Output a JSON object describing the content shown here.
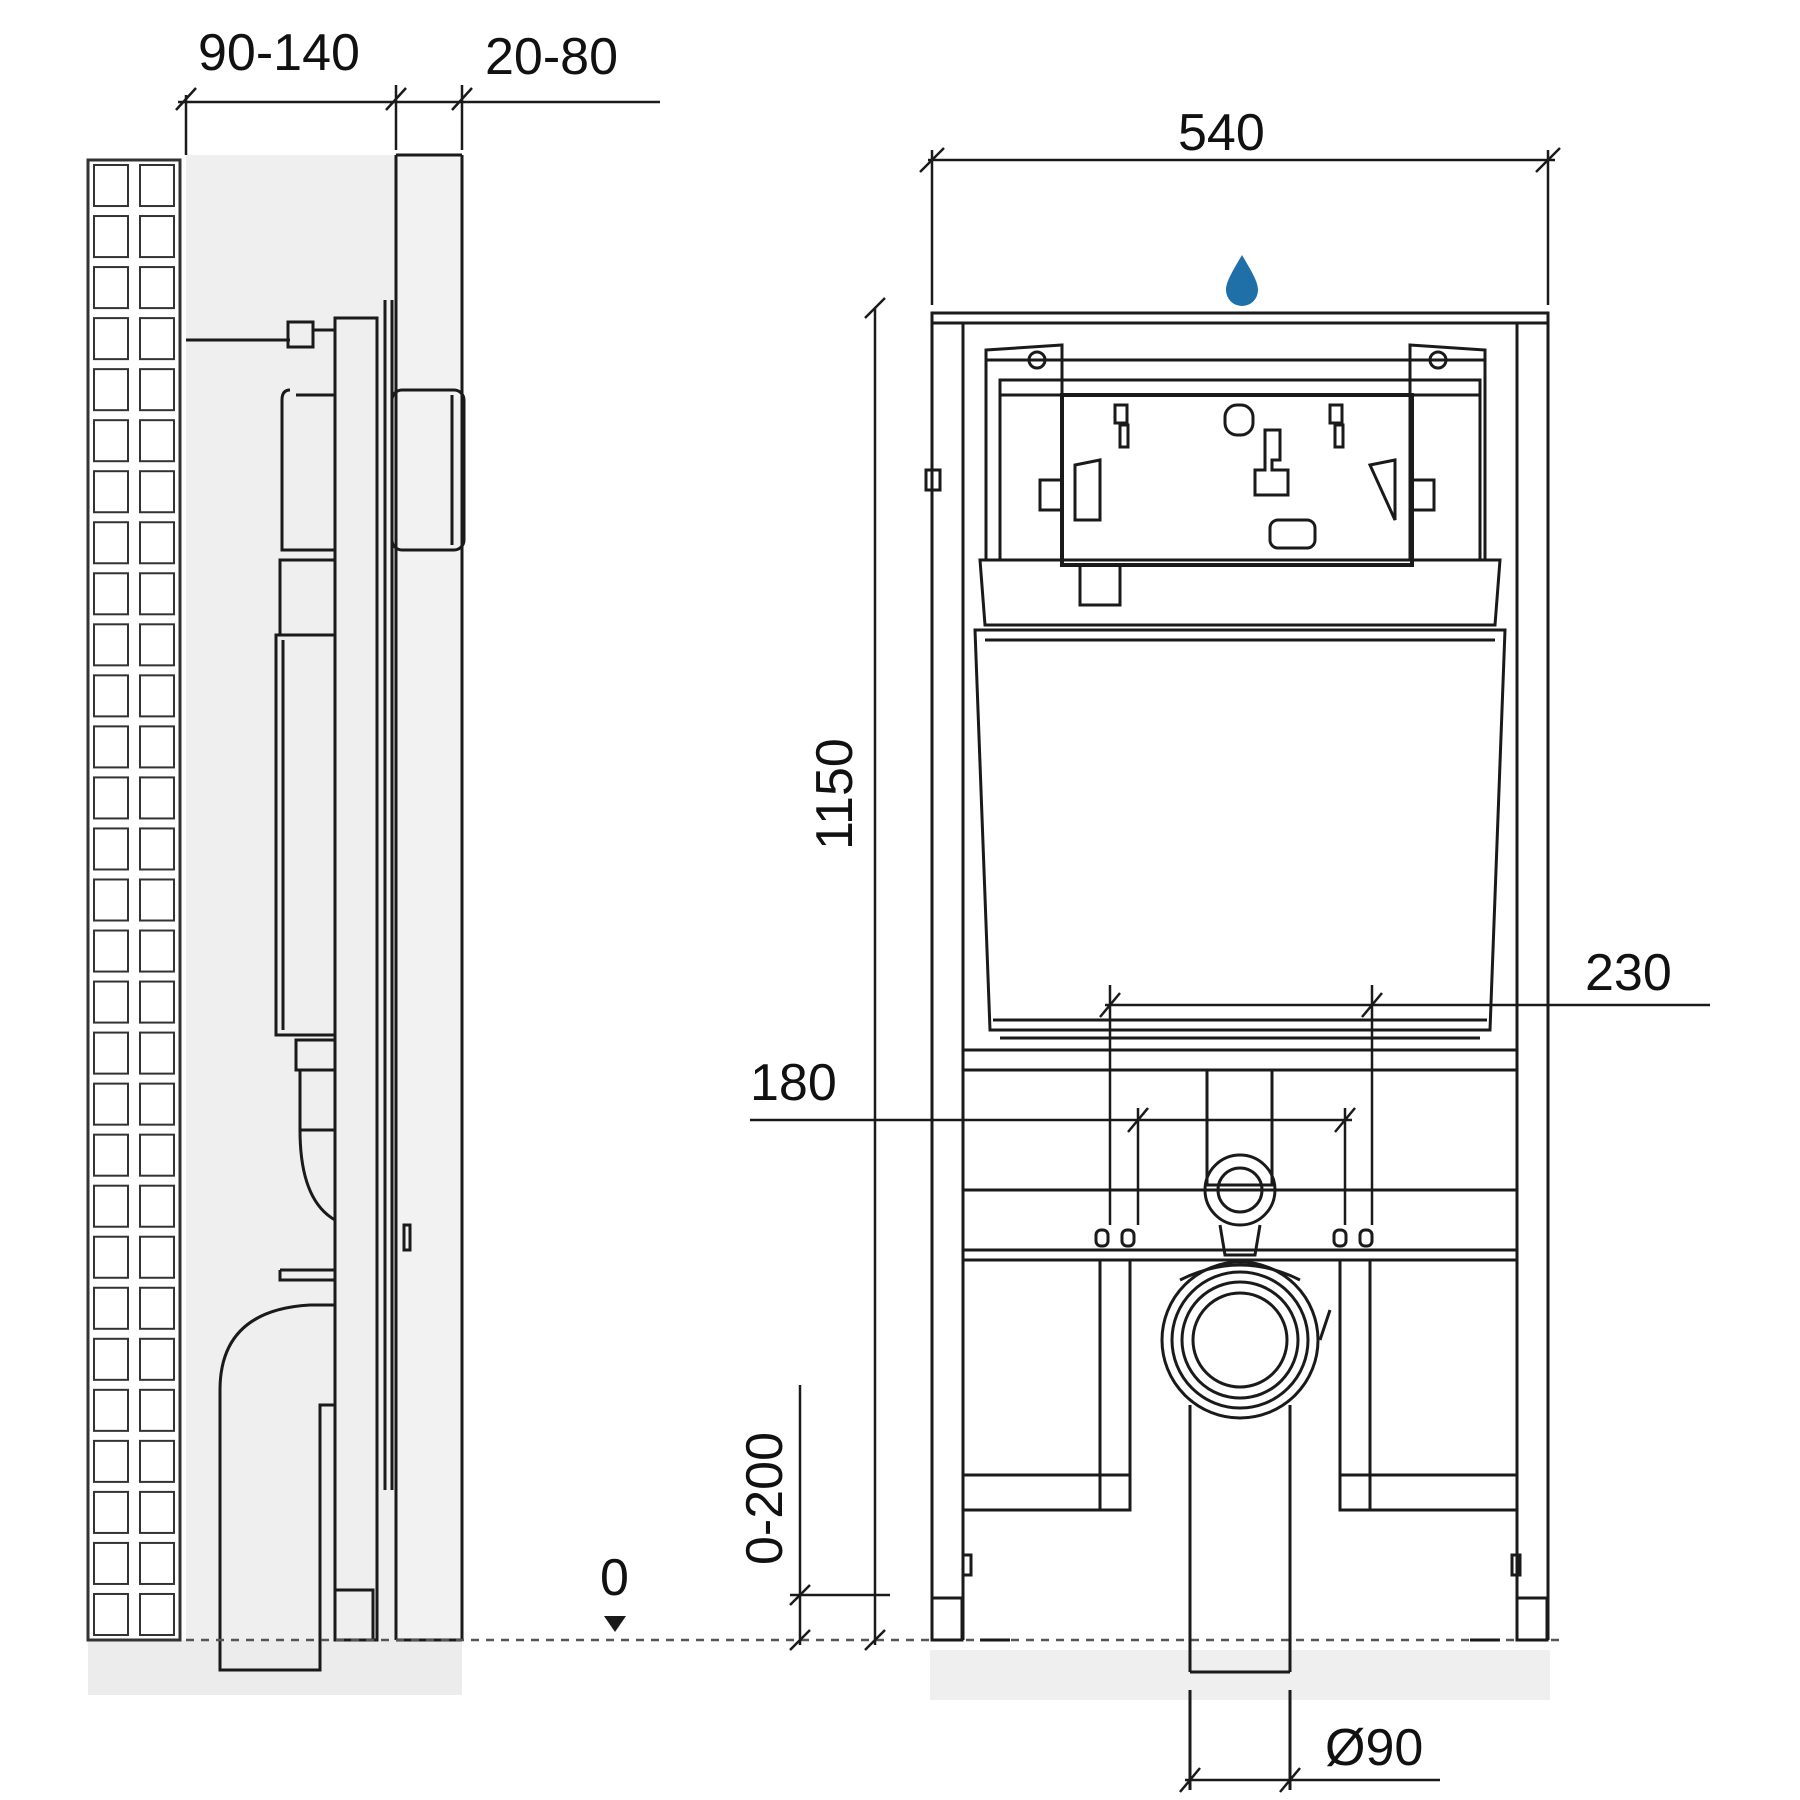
{
  "dimensions": {
    "side_depth": "90-140",
    "side_wall": "20-80",
    "frame_width": "540",
    "frame_height": "1150",
    "bolt_spacing_outer": "230",
    "bolt_spacing_inner": "180",
    "height_adjust": "0-200",
    "floor_level": "0",
    "drain_diameter": "Ø90"
  },
  "colors": {
    "line": "#1a1a1a",
    "wall_fill": "#efefef",
    "water_drop": "#1f6fa8"
  },
  "icons": {
    "water": "water-drop-icon"
  }
}
